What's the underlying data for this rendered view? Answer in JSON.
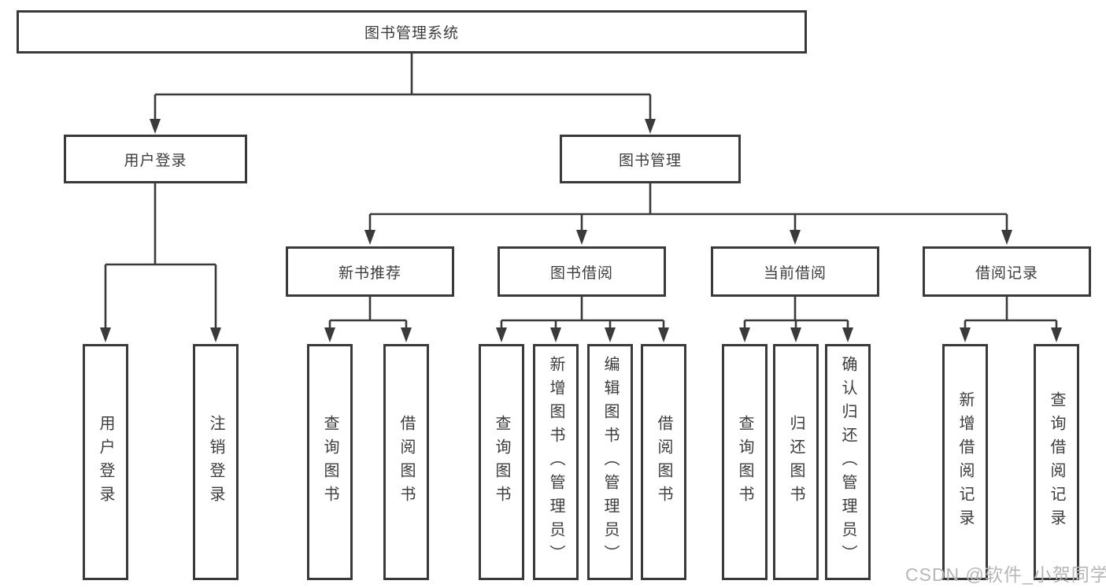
{
  "diagram": {
    "type": "hierarchy-tree",
    "root": {
      "label": "图书管理系统"
    },
    "branches": [
      {
        "label": "用户登录",
        "children": [
          {
            "label": "用户登录"
          },
          {
            "label": "注销登录"
          }
        ]
      },
      {
        "label": "图书管理",
        "groups": [
          {
            "label": "新书推荐",
            "children": [
              {
                "label": "查询图书"
              },
              {
                "label": "借阅图书"
              }
            ]
          },
          {
            "label": "图书借阅",
            "children": [
              {
                "label": "查询图书"
              },
              {
                "label": "新增图书（管理员）"
              },
              {
                "label": "编辑图书（管理员）"
              },
              {
                "label": "借阅图书"
              }
            ]
          },
          {
            "label": "当前借阅",
            "children": [
              {
                "label": "查询图书"
              },
              {
                "label": "归还图书"
              },
              {
                "label": "确认归还（管理员）"
              }
            ]
          },
          {
            "label": "借阅记录",
            "children": [
              {
                "label": "新增借阅记录"
              },
              {
                "label": "查询借阅记录"
              }
            ]
          }
        ]
      }
    ]
  },
  "watermark": {
    "text": "CSDN @软件_小贺同学"
  },
  "colors": {
    "line": "#3a3a3a",
    "text": "#3c3c3c",
    "background": "#ffffff",
    "watermark": "#b6b6b6"
  }
}
